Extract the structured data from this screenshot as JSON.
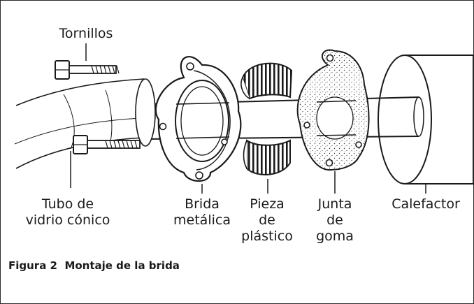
{
  "labels": {
    "screws": "Tornillos",
    "tube_line1": "Tubo de",
    "tube_line2": "vidrio cónico",
    "flange_line1": "Brida",
    "flange_line2": "metálica",
    "plastic_line1": "Pieza",
    "plastic_line2": "de",
    "plastic_line3": "plástico",
    "gasket_line1": "Junta",
    "gasket_line2": "de",
    "gasket_line3": "goma",
    "heater": "Calefactor"
  },
  "caption": {
    "number": "Figura 2",
    "title": "Montaje de la brida"
  }
}
